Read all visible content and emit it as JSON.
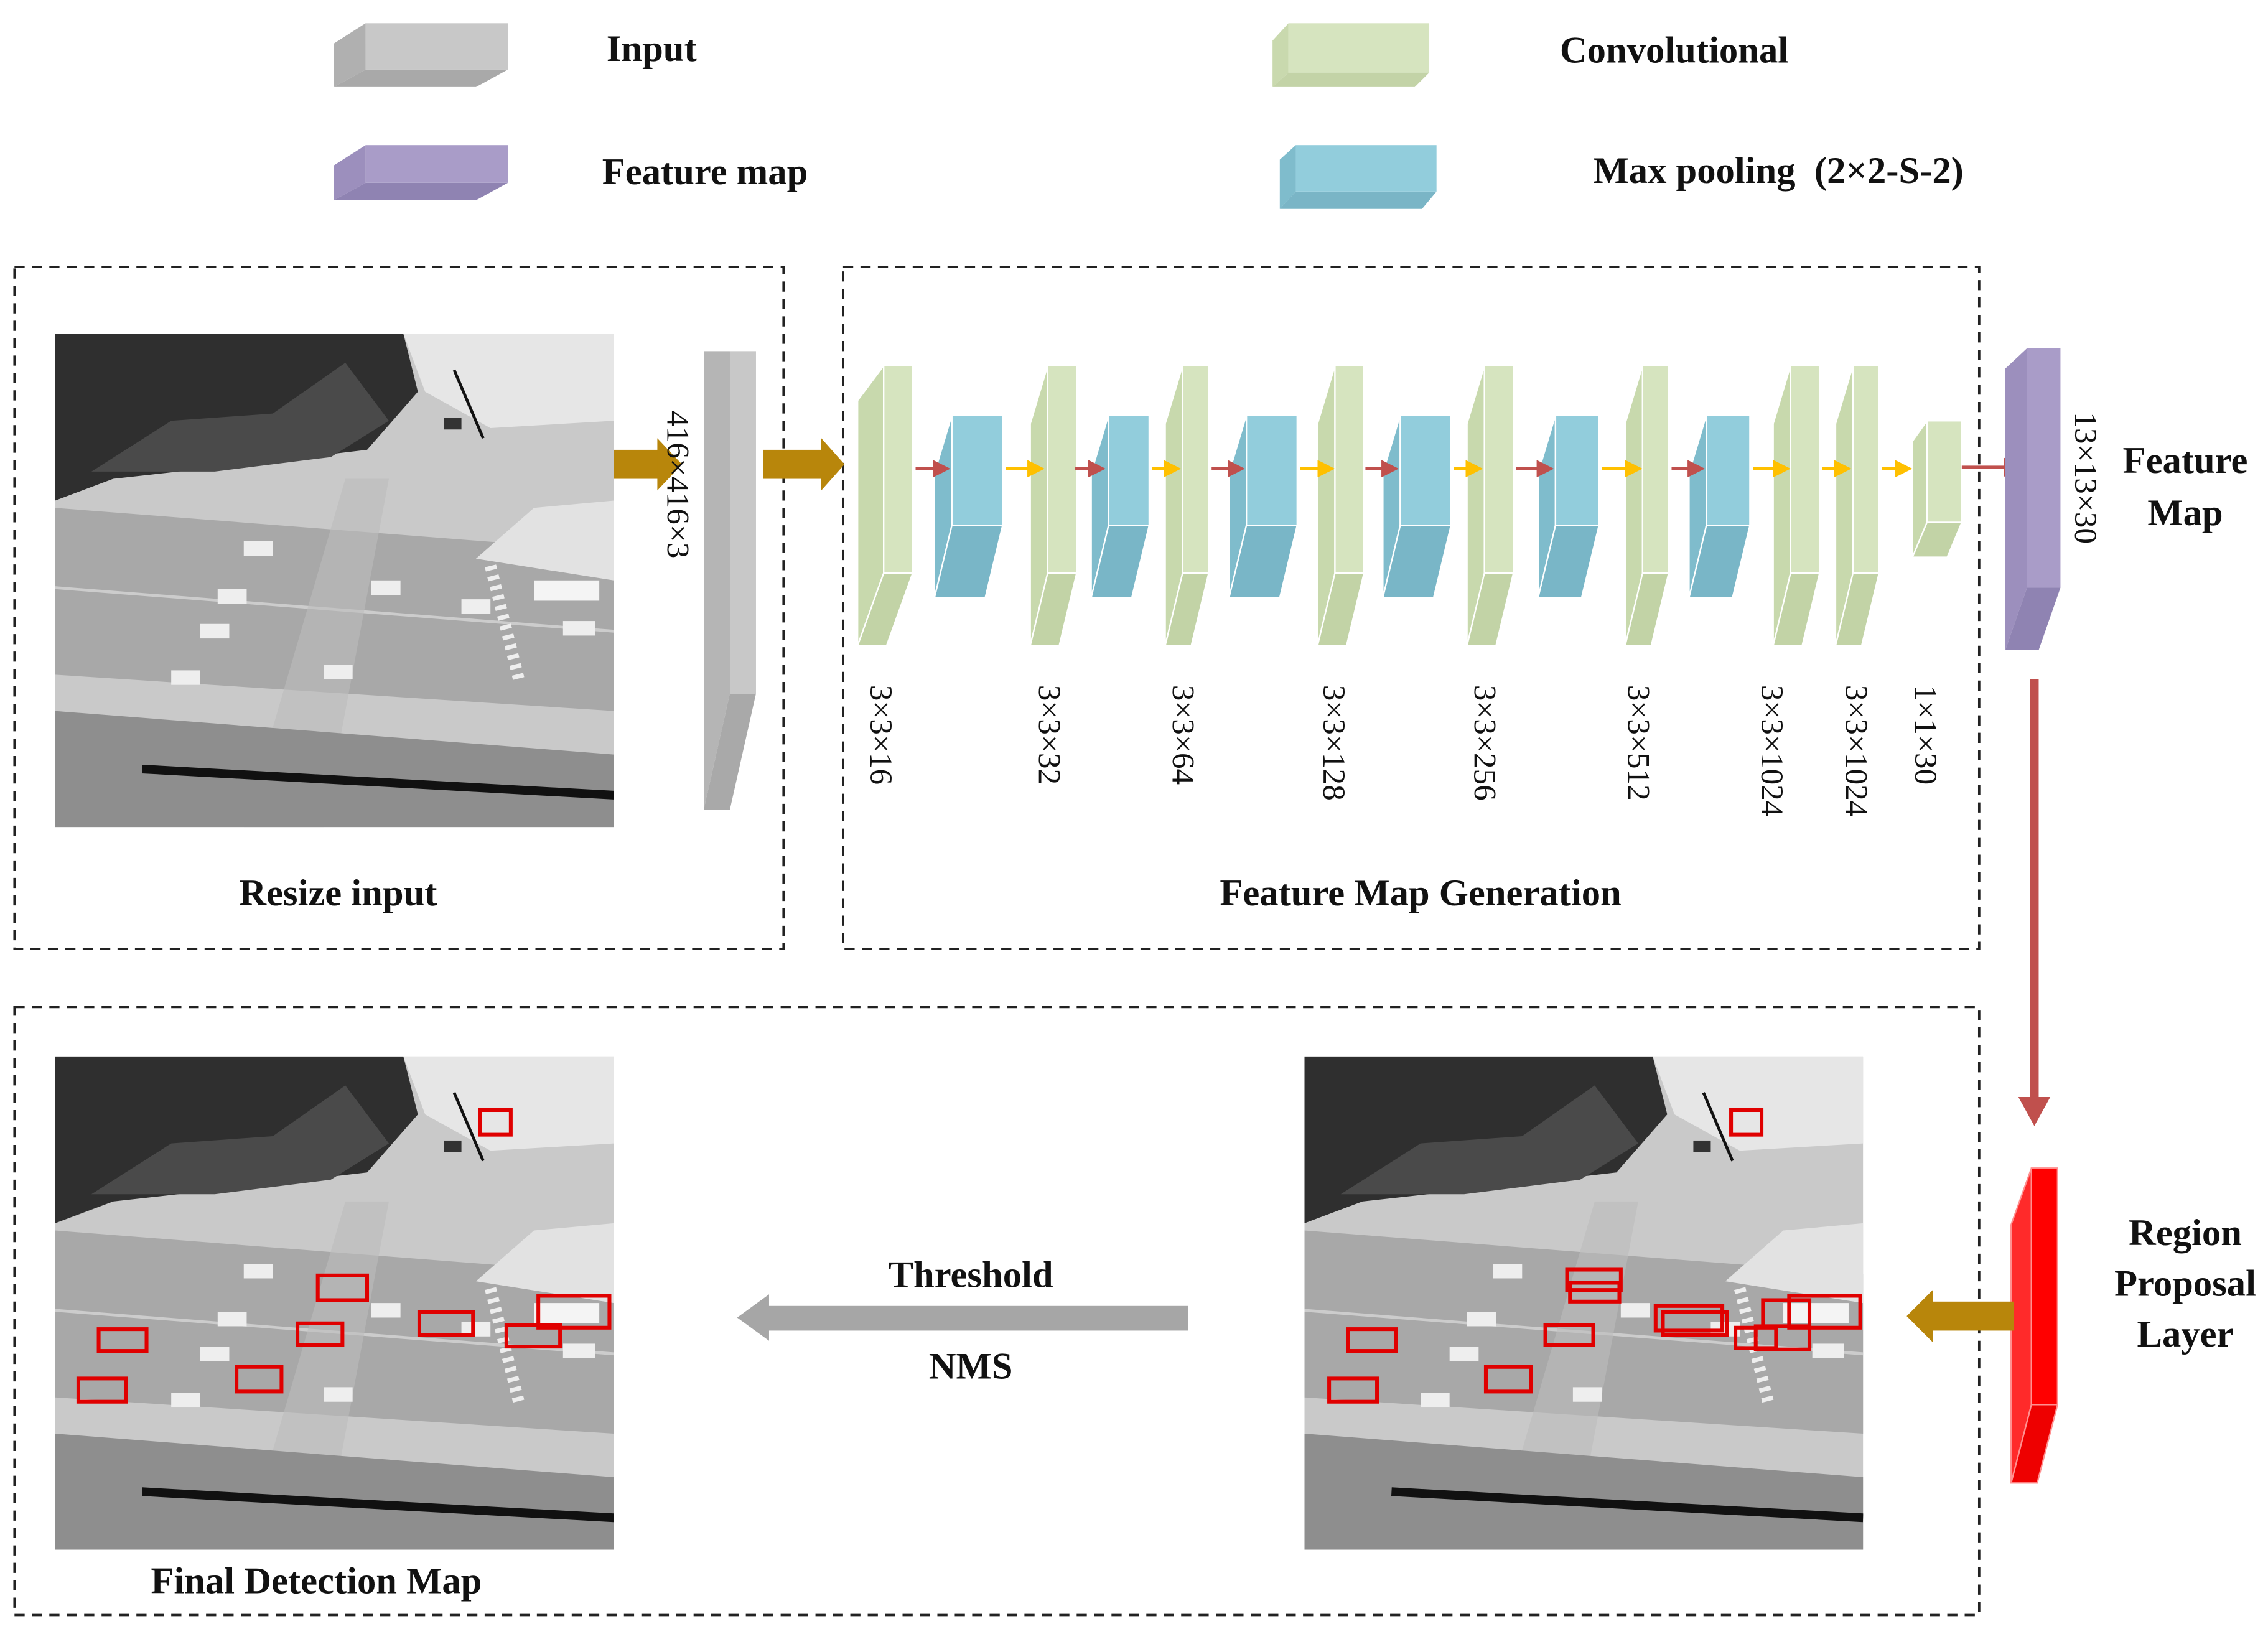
{
  "legend": {
    "input": "Input",
    "feature_map": "Feature map",
    "convolutional": "Convolutional",
    "max_pooling": "Max pooling  (2×2-S-2)"
  },
  "sections": {
    "resize_input": "Resize input",
    "feature_map_generation": "Feature Map Generation",
    "final_detection_map": "Final Detection Map"
  },
  "input_size": "416×416×3",
  "conv_sizes": [
    "3×3×16",
    "3×3×32",
    "3×3×64",
    "3×3×128",
    "3×3×256",
    "3×3×512",
    "3×3×1024",
    "3×3×1024",
    "1×1×30"
  ],
  "output_size": "13×13×30",
  "feature_map_label": [
    "Feature",
    "Map"
  ],
  "region_proposal_label": [
    "Region",
    "Proposal",
    "Layer"
  ],
  "threshold_label": "Threshold",
  "nms_label": "NMS",
  "colors": {
    "input_block": "#c8c8c8",
    "conv_block": "#d6e4bf",
    "pool_block": "#92cddc",
    "feature_block": "#a99cc8",
    "region_block": "#ff0000",
    "arrow_gold": "#b8860b",
    "arrow_red": "#c0504d",
    "arrow_yellow": "#ffc000",
    "arrow_gray": "#a6a6a6",
    "box_red": "#e00000"
  }
}
